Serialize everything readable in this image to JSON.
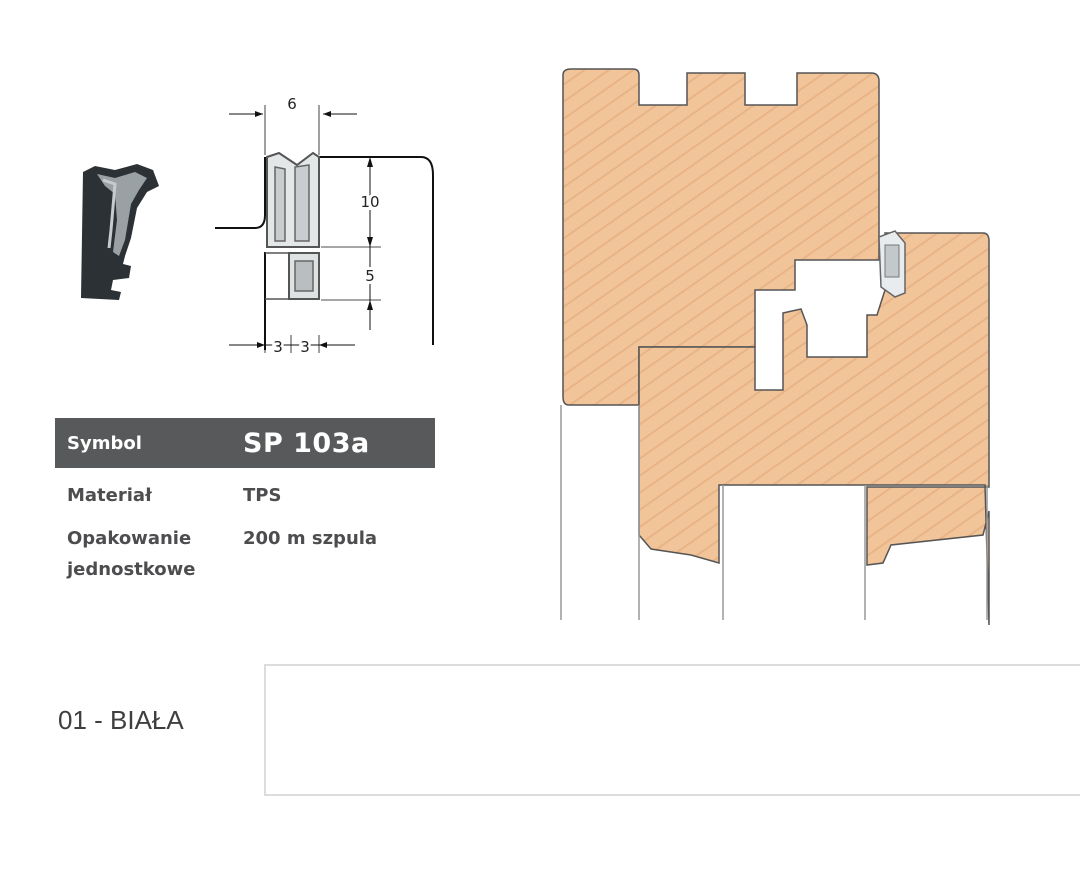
{
  "dimensions": {
    "top_width": "6",
    "upper_height": "10",
    "lower_height": "5",
    "bottom_left": "3",
    "bottom_right": "3"
  },
  "spec": {
    "header_label": "Symbol",
    "header_value": "SP 103a",
    "rows": [
      {
        "label_lines": [
          "Materiał"
        ],
        "value": "TPS"
      },
      {
        "label_lines": [
          "Opakowanie",
          "jednostkowe"
        ],
        "value": "200 m szpula"
      }
    ]
  },
  "color_option": {
    "label": "01 - BIAŁA",
    "swatch_color": "#ffffff"
  },
  "colors": {
    "wood": "#f2c49a",
    "wood_grain": "#e8b485",
    "header_bg": "#58595b",
    "gasket_dark": "#2c3135",
    "gasket_light": "#9aa1a4"
  }
}
